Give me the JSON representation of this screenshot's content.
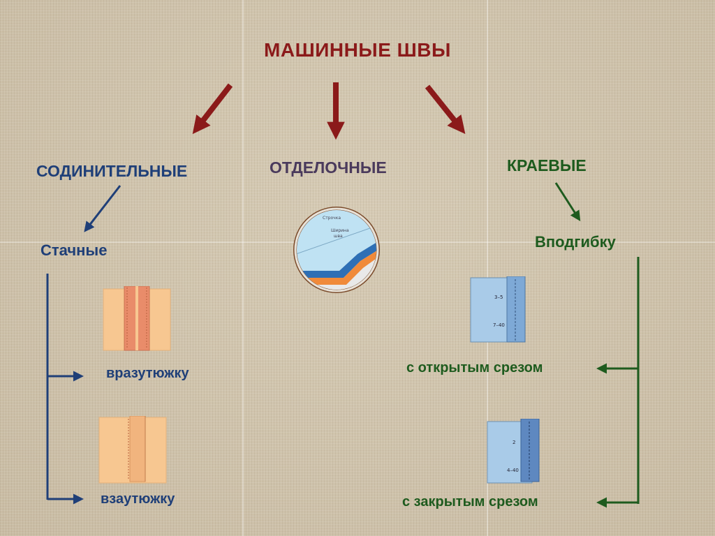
{
  "title": "МАШИННЫЕ ШВЫ",
  "categories": {
    "joining": "СОДИНИТЕЛЬНЫЕ",
    "finishing": "ОТДЕЛОЧНЫЕ",
    "edge": "КРАЕВЫЕ"
  },
  "joining": {
    "subtype": "Стачные",
    "items": [
      "вразутюжку",
      "взаутюжку"
    ]
  },
  "edge": {
    "subtype": "Вподгибку",
    "items": [
      "с открытым  срезом",
      "с закрытым срезом"
    ]
  },
  "illustration_labels": {
    "finishing_stitch": "Строчка",
    "finishing_width": "Ширина",
    "finishing_width2": "шва",
    "open_edge_a": "3–5",
    "open_edge_b": "7–40",
    "closed_edge_a": "2",
    "closed_edge_b": "4–40"
  },
  "colors": {
    "title": "#8b1a1a",
    "joining": "#1f3f78",
    "finishing": "#4a3a5c",
    "edge": "#1e5b1e",
    "main_arrow": "#8b1a1a"
  }
}
